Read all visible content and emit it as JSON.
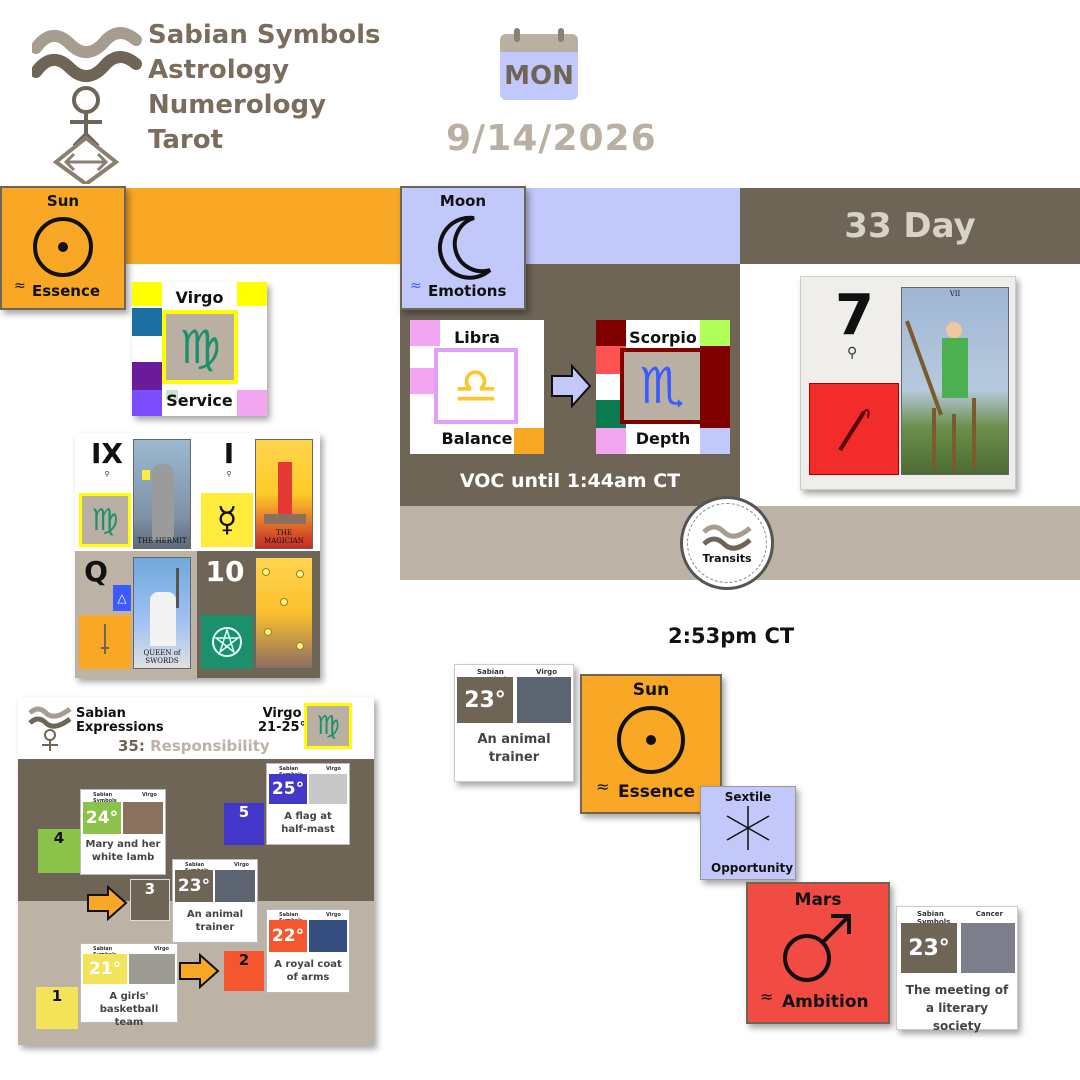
{
  "header": {
    "brand_lines": [
      "Sabian Symbols",
      "Astrology",
      "Numerology",
      "Tarot"
    ],
    "weekday": "MON",
    "date": "9/14/2026"
  },
  "colors": {
    "sun": "#f9a826",
    "moon": "#c3c8fa",
    "taupe": "#6e6557",
    "light_taupe": "#bcb3a6",
    "mars": "#f24b43",
    "green_glyph": "#1c8f6b"
  },
  "sun": {
    "title": "Sun",
    "keyword": "Essence",
    "glyph": "☉"
  },
  "sun_sign": {
    "name": "Virgo",
    "keyword": "Service",
    "glyph": "♍"
  },
  "sun_tarot": [
    {
      "label": "IX",
      "caption": "THE HERMIT",
      "glyph": "♍"
    },
    {
      "label": "I",
      "caption": "THE MAGICIAN",
      "glyph": "☿"
    },
    {
      "label": "Q",
      "caption": "QUEEN of SWORDS",
      "glyph": "sword-icon"
    },
    {
      "label": "10",
      "caption": "",
      "glyph": "pentacle-icon"
    }
  ],
  "moon": {
    "title": "Moon",
    "keyword": "Emotions",
    "glyph": "☽",
    "from_sign": {
      "name": "Libra",
      "keyword": "Balance",
      "glyph": "♎"
    },
    "to_sign": {
      "name": "Scorpio",
      "keyword": "Depth",
      "glyph": "♏"
    },
    "voc": "VOC until 1:44am CT"
  },
  "day": {
    "label": "33 Day",
    "number": "7",
    "card_numeral": "VII"
  },
  "transits": {
    "badge": "Transits",
    "time": "2:53pm CT",
    "first": {
      "brand": "Sabian Symbols",
      "sign": "Virgo",
      "degree": "23°",
      "text": "An animal trainer"
    },
    "planet_a": {
      "title": "Sun",
      "keyword": "Essence",
      "glyph": "☉"
    },
    "aspect": {
      "title": "Sextile",
      "keyword": "Opportunity",
      "glyph": "✳"
    },
    "planet_b": {
      "title": "Mars",
      "keyword": "Ambition",
      "glyph": "♂"
    },
    "second": {
      "brand": "Sabian Symbols",
      "sign": "Cancer",
      "degree": "23°",
      "text": "The meeting of a literary society"
    }
  },
  "expressions": {
    "title_lines": [
      "Sabian",
      "Expressions"
    ],
    "sign": "Virgo",
    "range": "21-25°",
    "number": "35:",
    "theme": "Responsibility",
    "cards": [
      {
        "deg": "24°",
        "text": "Mary and her white lamb",
        "num": "4",
        "brand": "Sabian Symbols",
        "sign": "Virgo"
      },
      {
        "deg": "25°",
        "text": "A flag at half-mast",
        "num": "5",
        "brand": "Sabian Symbols",
        "sign": "Virgo"
      },
      {
        "deg": "23°",
        "text": "An animal trainer",
        "num": "3",
        "brand": "Sabian Symbols",
        "sign": "Virgo"
      },
      {
        "deg": "22°",
        "text": "A royal coat of arms",
        "num": "2",
        "brand": "Sabian Symbols",
        "sign": "Virgo"
      },
      {
        "deg": "21°",
        "text": "A girls' basketball team",
        "num": "1",
        "brand": "Sabian Symbols",
        "sign": "Virgo"
      }
    ]
  }
}
